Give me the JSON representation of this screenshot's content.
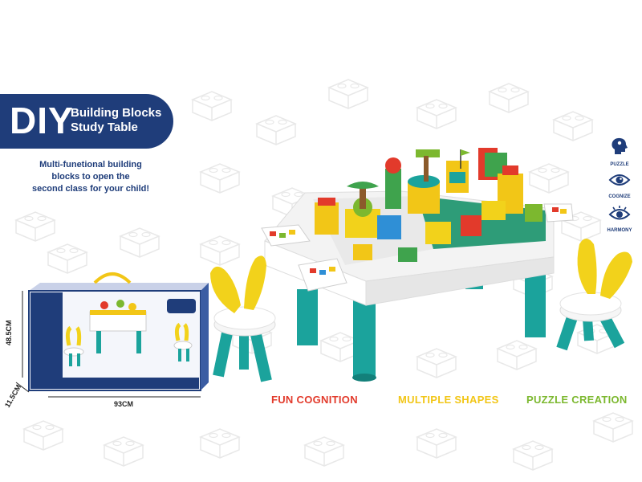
{
  "title": {
    "main": "DIY",
    "line1": "Building Blocks",
    "line2": "Study Table"
  },
  "tagline": {
    "line1": "Multi-funetional building",
    "line2": "blocks to open the",
    "line3": "second class for your child!"
  },
  "icons": [
    {
      "icon": "brain-head-icon",
      "label": "PUZZLE"
    },
    {
      "icon": "eye-cognize-icon",
      "label": "COGNIZE"
    },
    {
      "icon": "eye-harmony-icon",
      "label": "HARMONY"
    }
  ],
  "features": [
    {
      "label": "FUN COGNITION",
      "color": "#e23a2b"
    },
    {
      "label": "MULTIPLE SHAPES",
      "color": "#f2c617"
    },
    {
      "label": "PUZZLE CREATION",
      "color": "#7cb82f"
    }
  ],
  "dimensions": {
    "height": "48.5CM",
    "depth": "11.5CM",
    "width": "93CM"
  },
  "colors": {
    "navy": "#1f3d7a",
    "teal": "#1ba39c",
    "yellow": "#f2d21b",
    "white": "#ffffff"
  }
}
